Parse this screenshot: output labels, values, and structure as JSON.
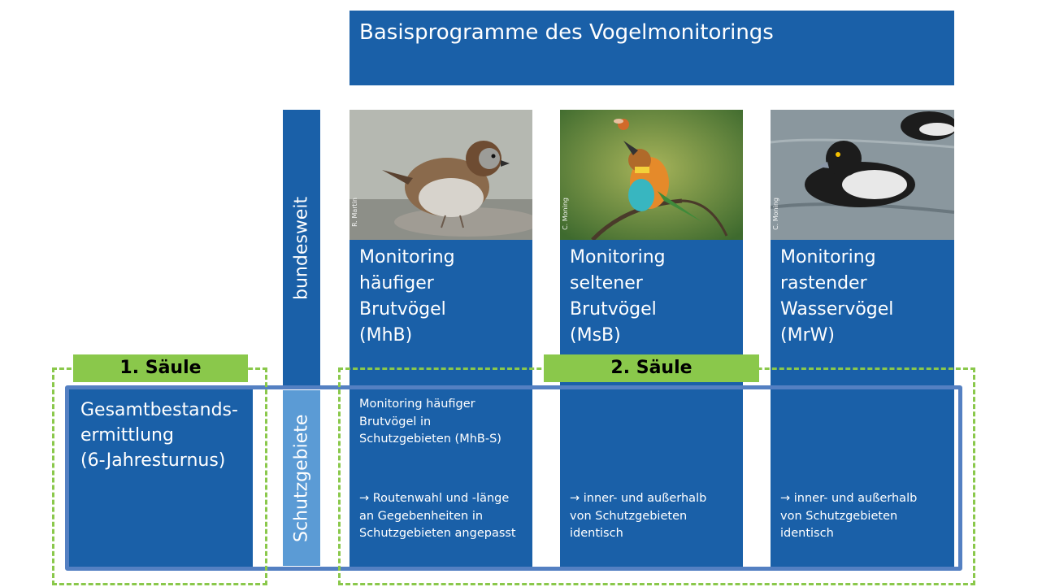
{
  "title": "Basisprogramme des Vogelmonitorings",
  "vertical_labels": {
    "top": "bundesweit",
    "bottom": "Schutzgebiete"
  },
  "pillars": {
    "first": "1. Säule",
    "second": "2. Säule"
  },
  "gesamt": "Gesamtbestands-\nermittlung\n(6-Jahresturnus)",
  "programs": [
    {
      "photo_icon": "sparrow-icon",
      "credit": "R. Martin",
      "name": "Monitoring\nhäufiger\nBrutvögel\n(MhB)",
      "lower_top": "Monitoring häufiger\nBrutvögel in\nSchutzgebieten (MhB-S)",
      "lower_bottom": "→ Routenwahl und -länge\nan Gegebenheiten in\nSchutzgebieten angepasst"
    },
    {
      "photo_icon": "bee-eater-icon",
      "credit": "C. Moning",
      "name": "Monitoring\nseltener\nBrutvögel\n(MsB)",
      "lower_top": "",
      "lower_bottom": "→ inner- und außerhalb\nvon Schutzgebieten\nidentisch"
    },
    {
      "photo_icon": "duck-icon",
      "credit": "C. Moning",
      "name": "Monitoring\nrastender\nWasservögel\n(MrW)",
      "lower_top": "",
      "lower_bottom": "→ inner- und außerhalb\nvon Schutzgebieten\nidentisch"
    }
  ],
  "colors": {
    "dark_blue": "#1a60a8",
    "light_blue": "#5b9bd5",
    "band_border": "#5480c2",
    "green": "#8ac84b"
  }
}
